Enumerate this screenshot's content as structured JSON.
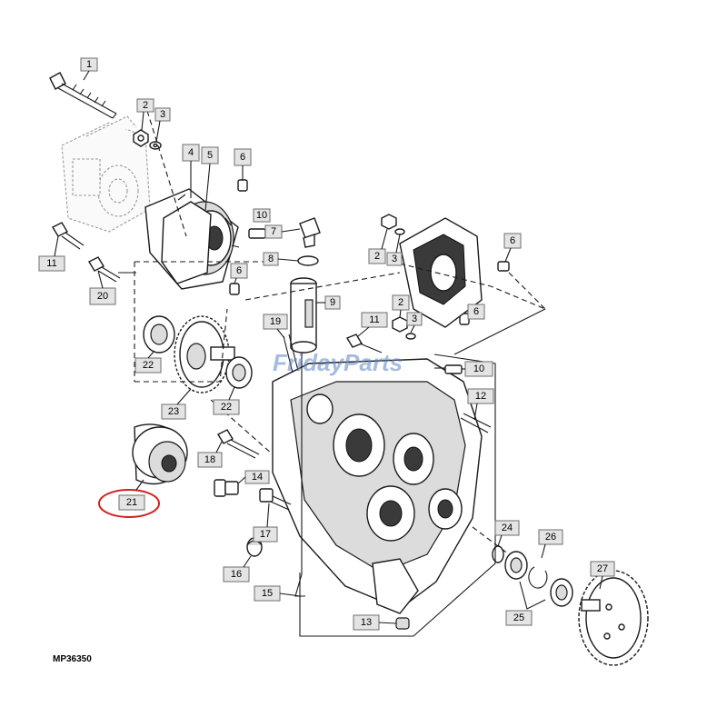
{
  "diagram": {
    "code": "MP36350",
    "watermark": "FridayParts",
    "highlight_color": "#d22020",
    "highlighted_callout": "21",
    "callouts": [
      "1",
      "2",
      "3",
      "4",
      "5",
      "6",
      "10",
      "7",
      "8",
      "9",
      "2",
      "3",
      "6",
      "11",
      "20",
      "6",
      "2",
      "3",
      "6",
      "19",
      "11",
      "10",
      "22",
      "22",
      "23",
      "12",
      "18",
      "21",
      "14",
      "17",
      "16",
      "24",
      "26",
      "15",
      "27",
      "25",
      "13"
    ]
  }
}
